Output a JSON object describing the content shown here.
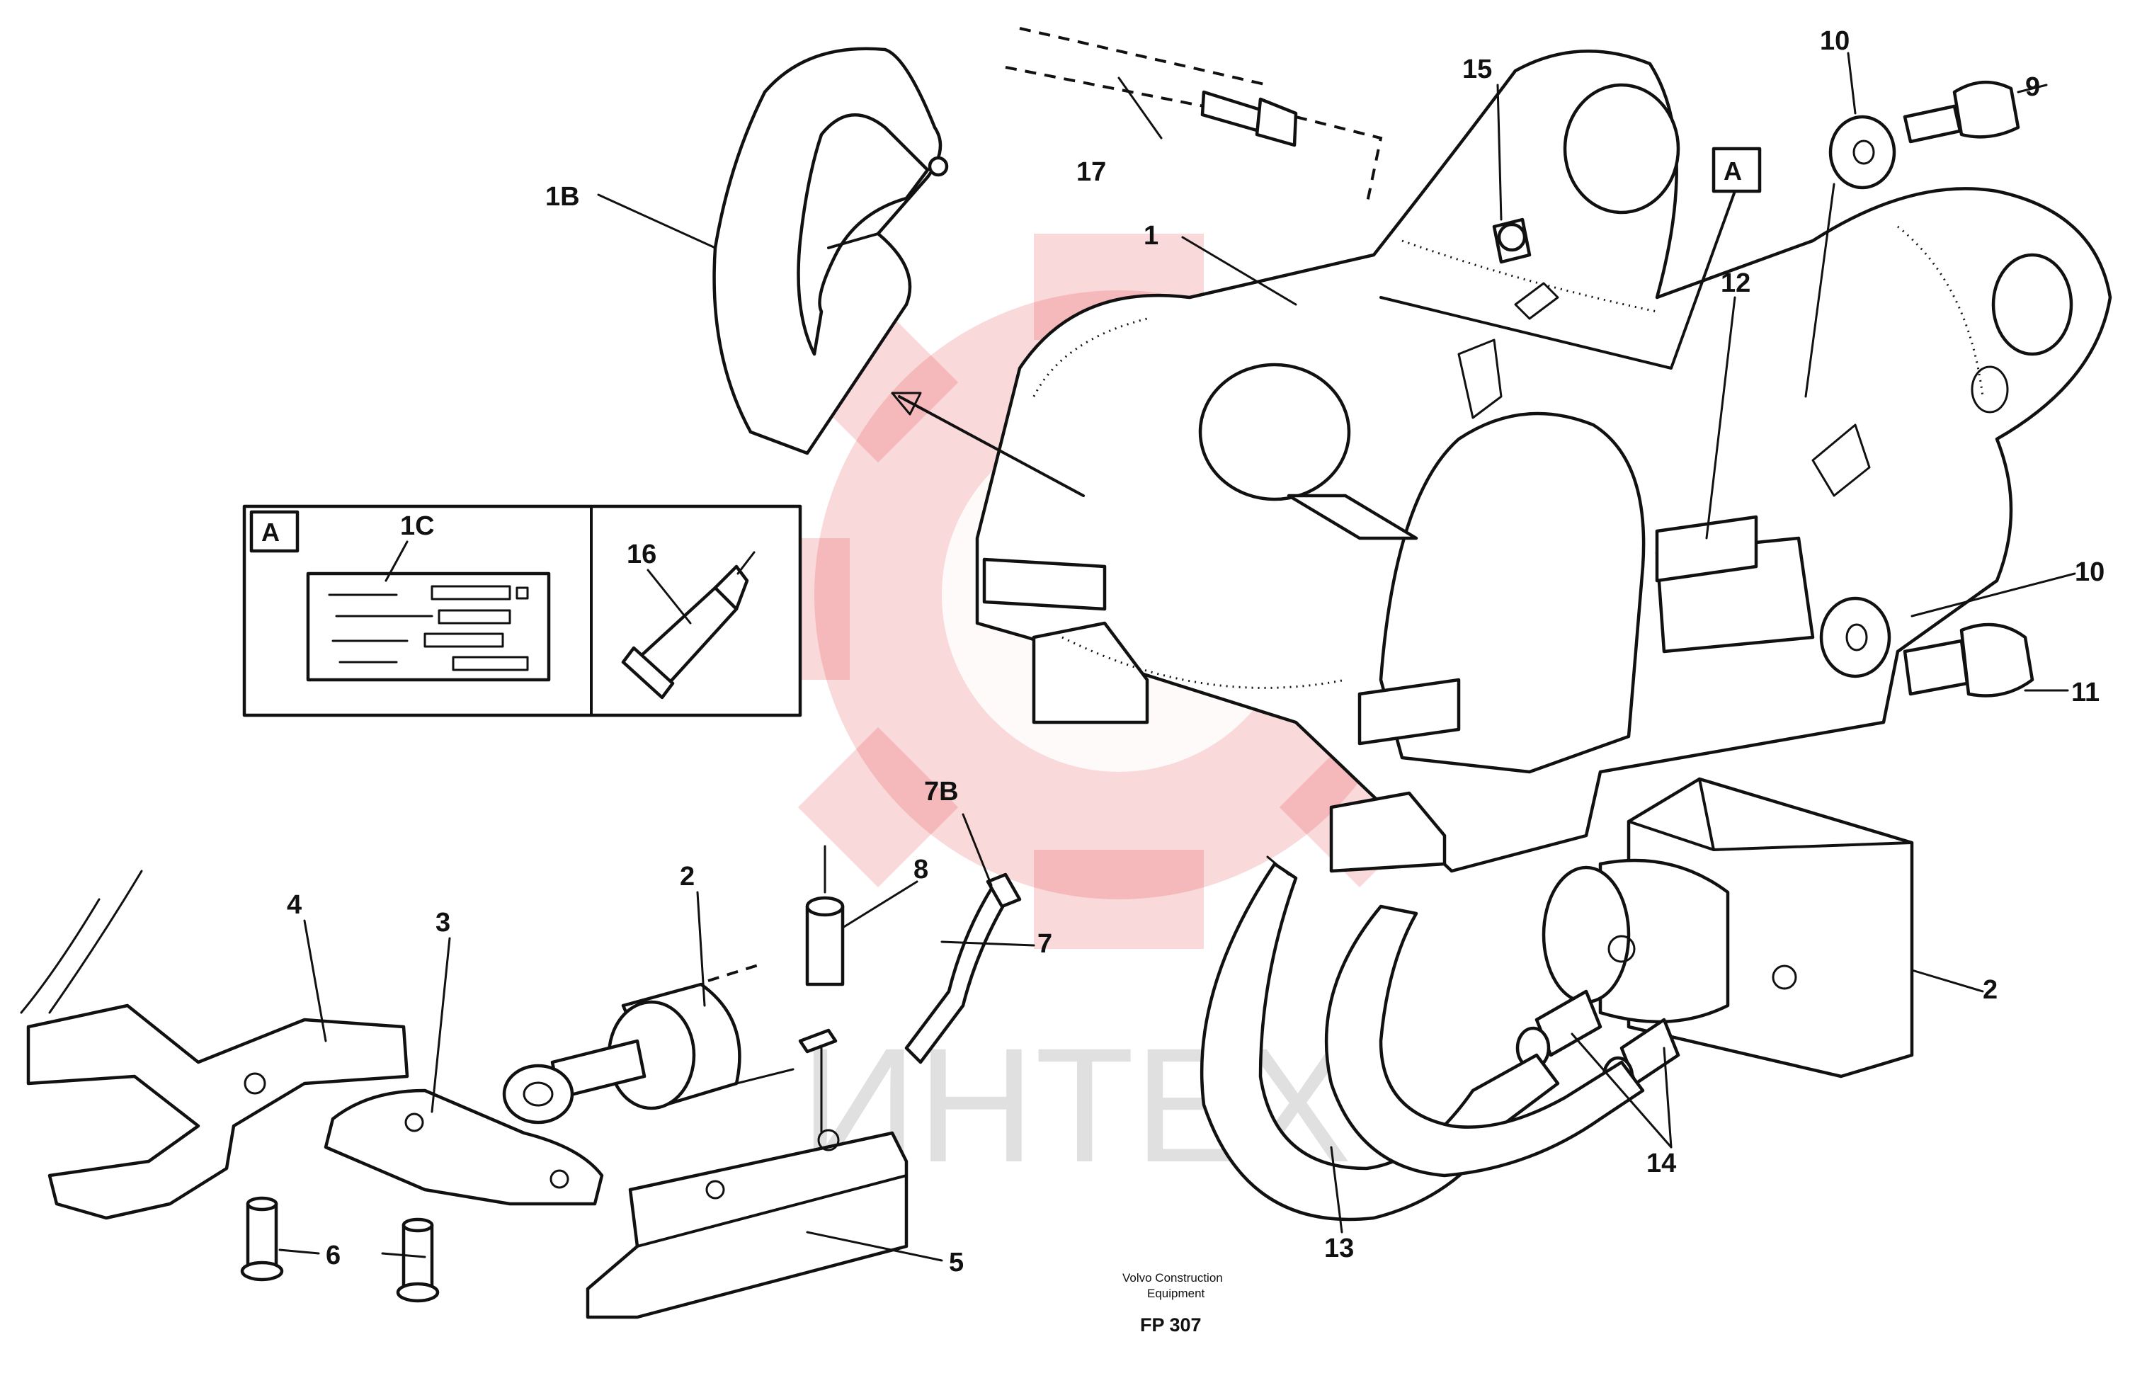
{
  "diagram": {
    "inset_label": "A",
    "section_marker": "A",
    "callouts": [
      {
        "id": "c-1B",
        "text": "1B"
      },
      {
        "id": "c-17",
        "text": "17"
      },
      {
        "id": "c-15",
        "text": "15"
      },
      {
        "id": "c-10a",
        "text": "10"
      },
      {
        "id": "c-9",
        "text": "9"
      },
      {
        "id": "c-1",
        "text": "1"
      },
      {
        "id": "c-12",
        "text": "12"
      },
      {
        "id": "c-1C",
        "text": "1C"
      },
      {
        "id": "c-16",
        "text": "16"
      },
      {
        "id": "c-10b",
        "text": "10"
      },
      {
        "id": "c-11",
        "text": "11"
      },
      {
        "id": "c-7B",
        "text": "7B"
      },
      {
        "id": "c-8",
        "text": "8"
      },
      {
        "id": "c-2a",
        "text": "2"
      },
      {
        "id": "c-7",
        "text": "7"
      },
      {
        "id": "c-4",
        "text": "4"
      },
      {
        "id": "c-3",
        "text": "3"
      },
      {
        "id": "c-2b",
        "text": "2"
      },
      {
        "id": "c-14",
        "text": "14"
      },
      {
        "id": "c-13",
        "text": "13"
      },
      {
        "id": "c-6",
        "text": "6"
      },
      {
        "id": "c-5",
        "text": "5"
      }
    ],
    "footer": {
      "manufacturer_line1": "Volvo Construction",
      "manufacturer_line2": "Equipment",
      "figure_code": "FP 307"
    },
    "watermark_text": "ИНТЕХ"
  }
}
